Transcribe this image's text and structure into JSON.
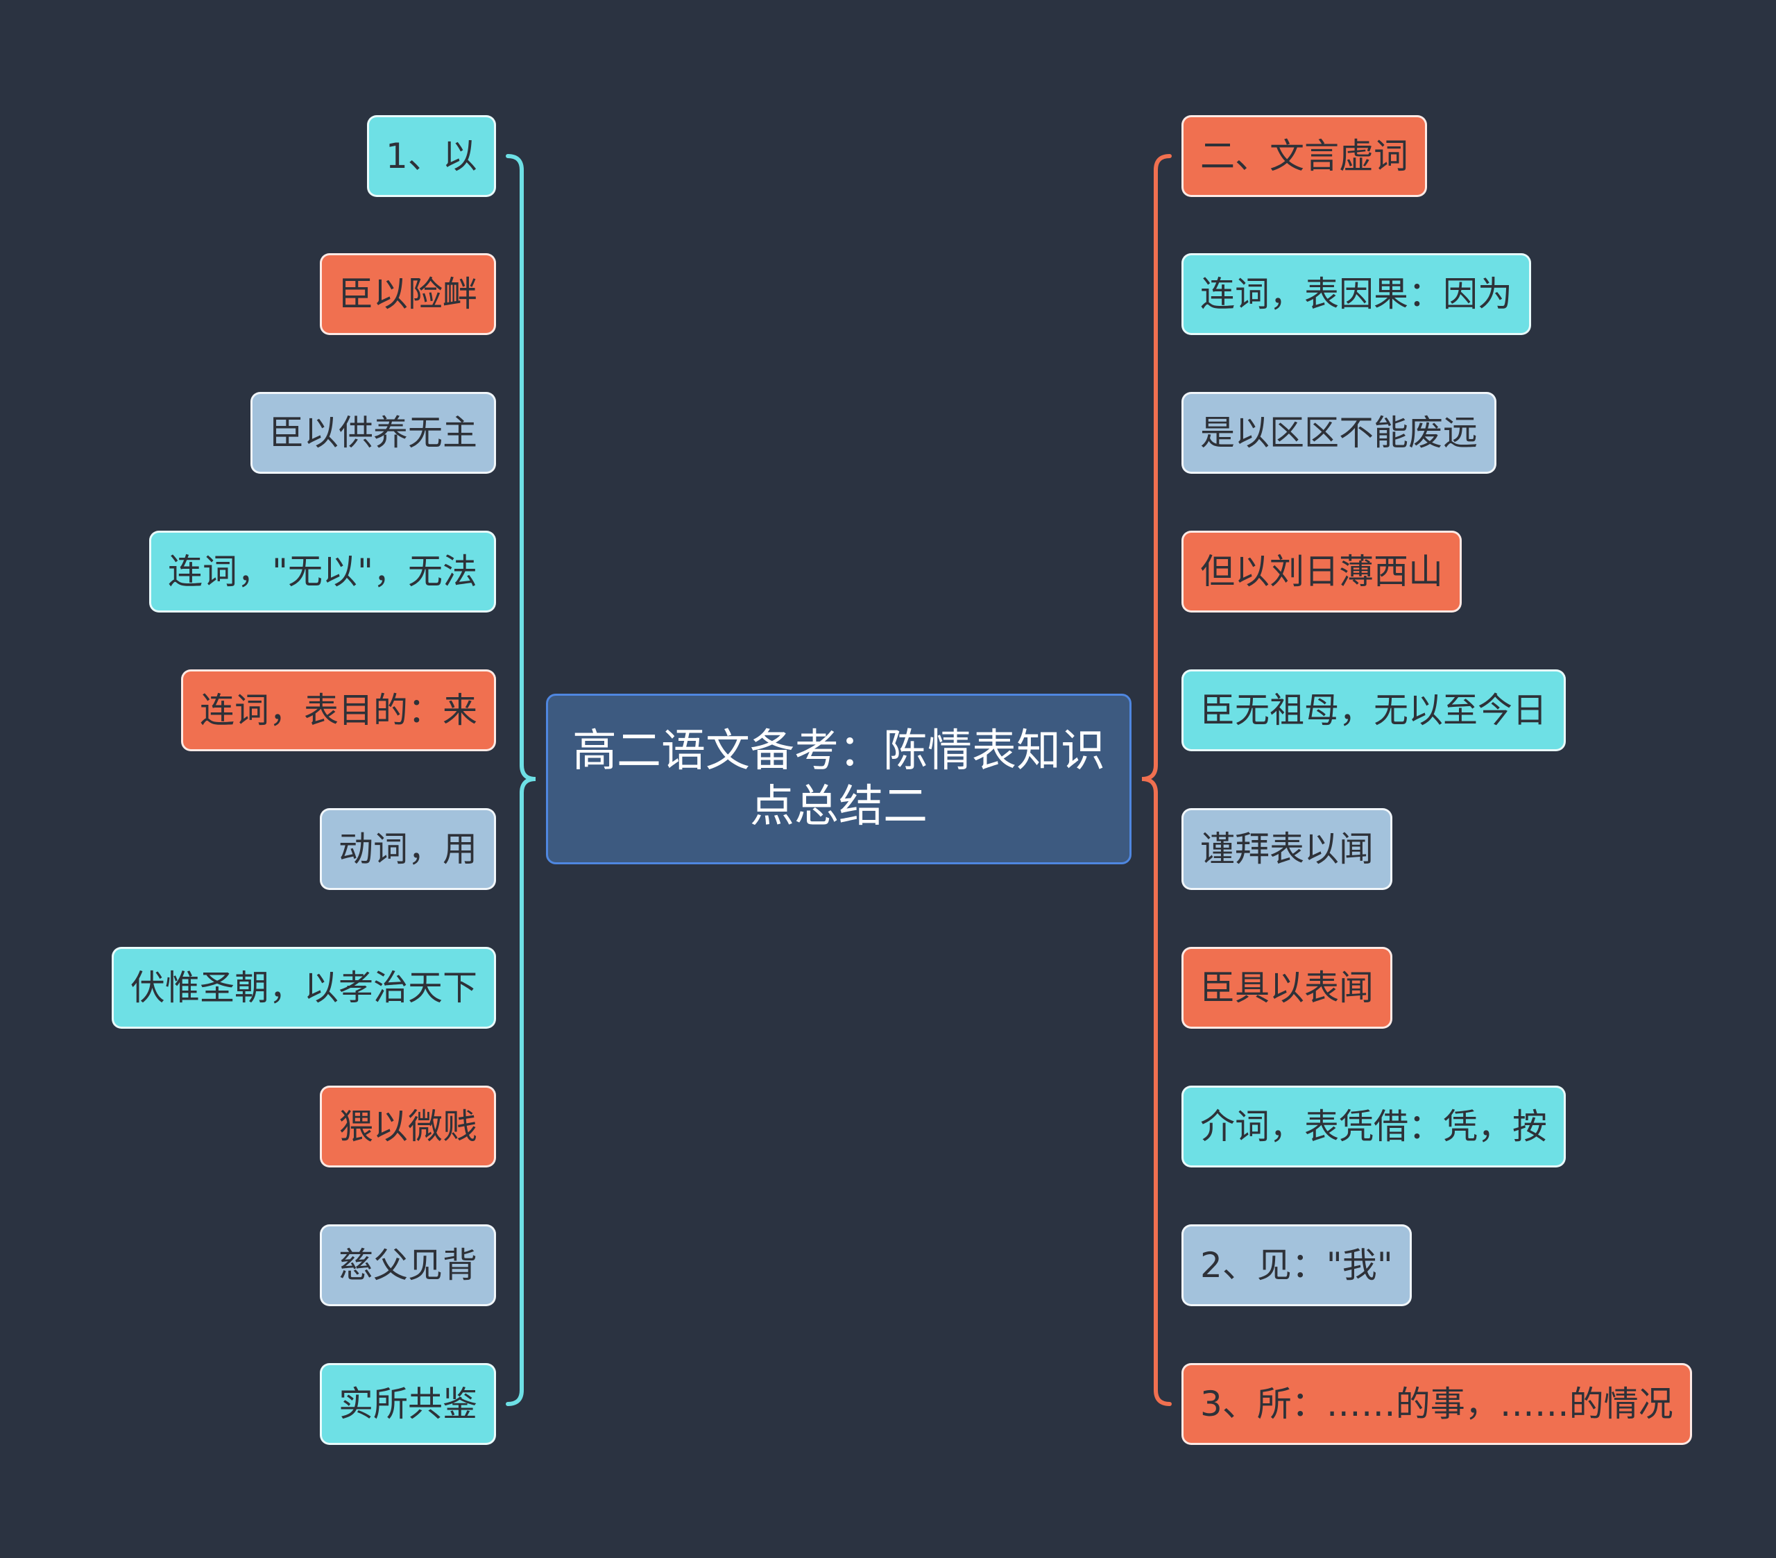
{
  "colors": {
    "background": "#2b3341",
    "cyan": "#6ee0e5",
    "orange": "#f07050",
    "gray": "#a3c2dc",
    "center": "#3d5a80",
    "left_line": "#6ee0e5",
    "right_line": "#f07050"
  },
  "center": {
    "title": "高二语文备考：陈情表知识点总结二"
  },
  "left_items": [
    {
      "text": "1、以",
      "color": "cyan"
    },
    {
      "text": "臣以险衅",
      "color": "orange"
    },
    {
      "text": "臣以供养无主",
      "color": "gray"
    },
    {
      "text": "连词，\"无以\"，无法",
      "color": "cyan"
    },
    {
      "text": "连词，表目的：来",
      "color": "orange"
    },
    {
      "text": "动词，用",
      "color": "gray"
    },
    {
      "text": "伏惟圣朝，以孝治天下",
      "color": "cyan"
    },
    {
      "text": "猥以微贱",
      "color": "orange"
    },
    {
      "text": "慈父见背",
      "color": "gray"
    },
    {
      "text": "实所共鉴",
      "color": "cyan"
    }
  ],
  "right_items": [
    {
      "text": "二、文言虚词",
      "color": "orange"
    },
    {
      "text": "连词，表因果：因为",
      "color": "cyan"
    },
    {
      "text": "是以区区不能废远",
      "color": "gray"
    },
    {
      "text": "但以刘日薄西山",
      "color": "orange"
    },
    {
      "text": "臣无祖母，无以至今日",
      "color": "cyan"
    },
    {
      "text": "谨拜表以闻",
      "color": "gray"
    },
    {
      "text": "臣具以表闻",
      "color": "orange"
    },
    {
      "text": "介词，表凭借：凭，按",
      "color": "cyan"
    },
    {
      "text": "2、见：\"我\"",
      "color": "gray"
    },
    {
      "text": "3、所：……的事，……的情况",
      "color": "orange"
    }
  ]
}
